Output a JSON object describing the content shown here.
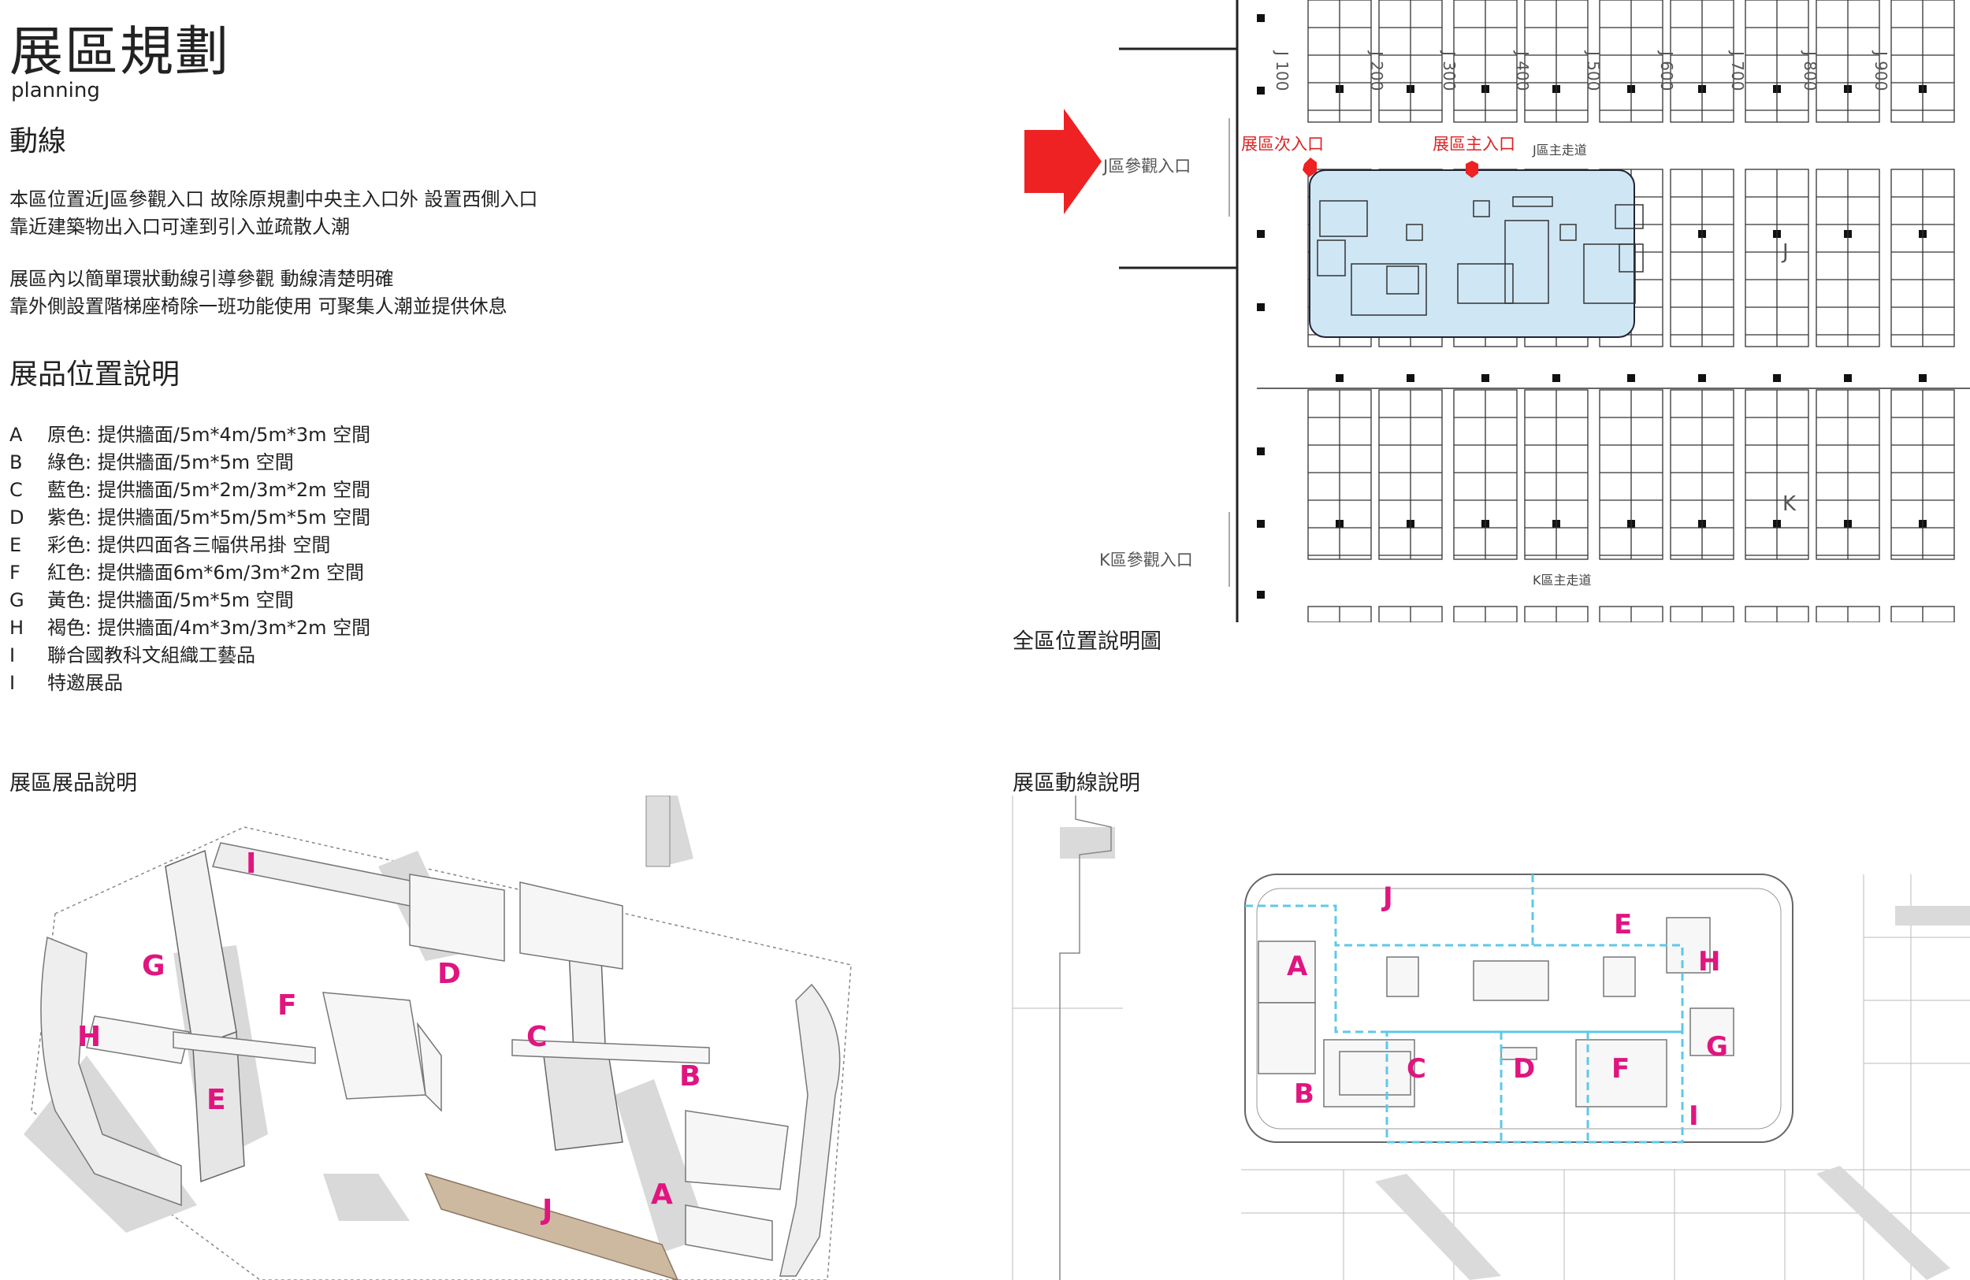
{
  "page": {
    "title": "展區規劃",
    "subtitle": "planning"
  },
  "circulation": {
    "heading": "動線",
    "para1": [
      "本區位置近J區參觀入口 故除原規劃中央主入口外 設置西側入口",
      "靠近建築物出入口可達到引入並疏散人潮"
    ],
    "para2": [
      "展區內以簡單環狀動線引導參觀 動線清楚明確",
      "靠外側設置階梯座椅除一班功能使用 可聚集人潮並提供休息"
    ]
  },
  "exhibits": {
    "heading": "展品位置說明",
    "items": [
      {
        "key": "A",
        "text": "原色: 提供牆面/5m*4m/5m*3m 空間"
      },
      {
        "key": "B",
        "text": "綠色: 提供牆面/5m*5m 空間"
      },
      {
        "key": "C",
        "text": "藍色: 提供牆面/5m*2m/3m*2m 空間"
      },
      {
        "key": "D",
        "text": "紫色: 提供牆面/5m*5m/5m*5m 空間"
      },
      {
        "key": "E",
        "text": "彩色: 提供四面各三幅供吊掛 空間"
      },
      {
        "key": "F",
        "text": "紅色: 提供牆面6m*6m/3m*2m 空間"
      },
      {
        "key": "G",
        "text": "黃色: 提供牆面/5m*5m 空間"
      },
      {
        "key": "H",
        "text": "褐色: 提供牆面/4m*3m/3m*2m 空間"
      },
      {
        "key": "I",
        "text": "聯合國教科文組織工藝品"
      },
      {
        "key": "I",
        "text": "特邀展品"
      }
    ]
  },
  "site_plan": {
    "caption": "全區位置說明圖",
    "column_labels": [
      "J 100",
      "J 200",
      "J 300",
      "J 400",
      "J 500",
      "J 600",
      "J 700",
      "J 800",
      "J 900"
    ],
    "j_entrance": "J區參觀入口",
    "k_entrance": "K區參觀入口",
    "secondary_entrance": "展區次入口",
    "main_entrance": "展區主入口",
    "j_aisle": "J區主走道",
    "k_aisle": "K區主走道",
    "zone_j": "J",
    "zone_k": "K",
    "colors": {
      "highlight": "#cfe6f5",
      "arrow": "#ee2222",
      "entrance_text": "#dd2222"
    }
  },
  "exhibit_view": {
    "caption": "展區展品說明",
    "labels": [
      "I",
      "G",
      "D",
      "F",
      "H",
      "C",
      "B",
      "E",
      "A",
      "J"
    ],
    "label_color": "#e0157f"
  },
  "flow_view": {
    "caption": "展區動線說明",
    "labels": [
      "J",
      "E",
      "A",
      "H",
      "G",
      "C",
      "D",
      "F",
      "B",
      "I"
    ],
    "flow_color": "#5ec8e8"
  }
}
